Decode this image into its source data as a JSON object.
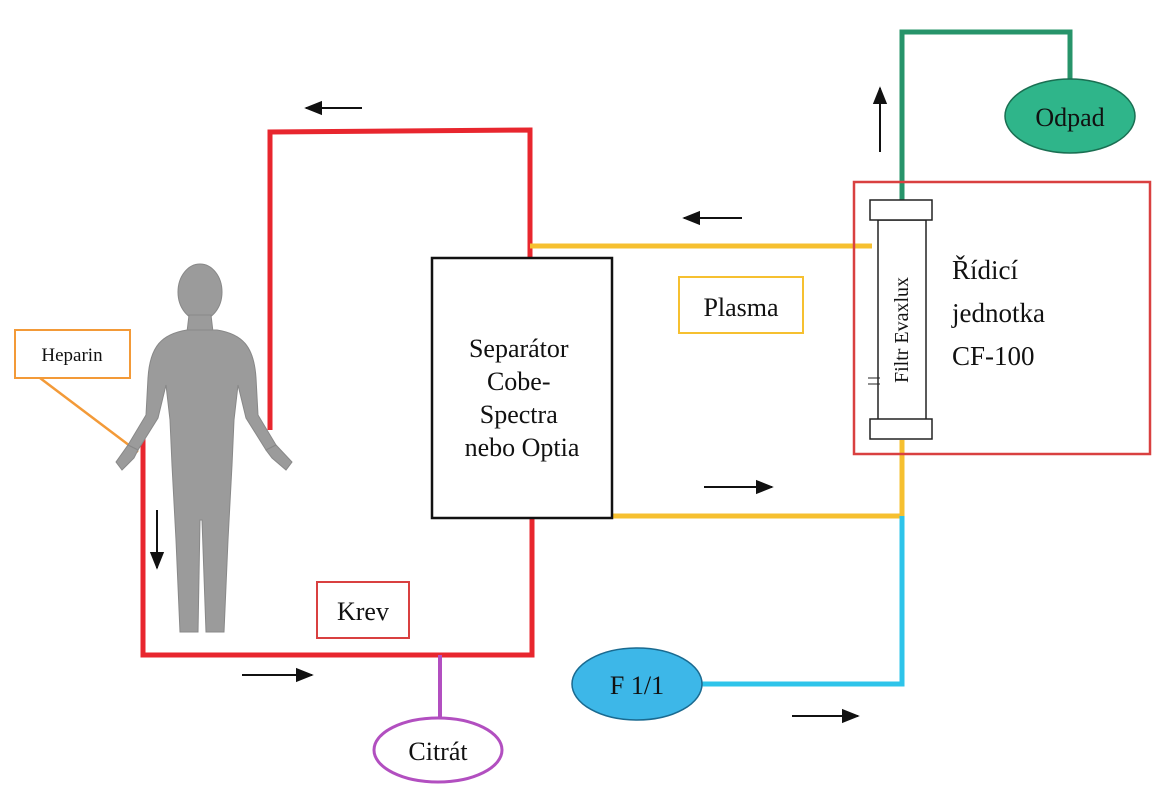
{
  "labels": {
    "separator": [
      "Separátor",
      "Cobe-",
      "Spectra",
      "nebo Optia"
    ],
    "plasma": "Plasma",
    "heparin": "Heparin",
    "krev": "Krev",
    "citrat": "Citrát",
    "f11": "F 1/1",
    "odpad": "Odpad",
    "control_unit": [
      "Řídicí",
      "jednotka",
      "CF-100"
    ],
    "filter": "Filtr Evaxlux"
  },
  "colors": {
    "blood": "#e8262e",
    "plasma": "#f6c030",
    "waste": "#27946a",
    "substitution": "#2ec4ea",
    "citrate": "#b24fc0",
    "heparin": "#f39a38",
    "odpad_fill": "#2fb58a",
    "f11_fill": "#3db7e8",
    "body_fill": "#9b9b9b",
    "box_border": "#d94040"
  },
  "icons": {
    "patient": "human-figure-icon",
    "arrows": "flow-arrow-icon"
  }
}
